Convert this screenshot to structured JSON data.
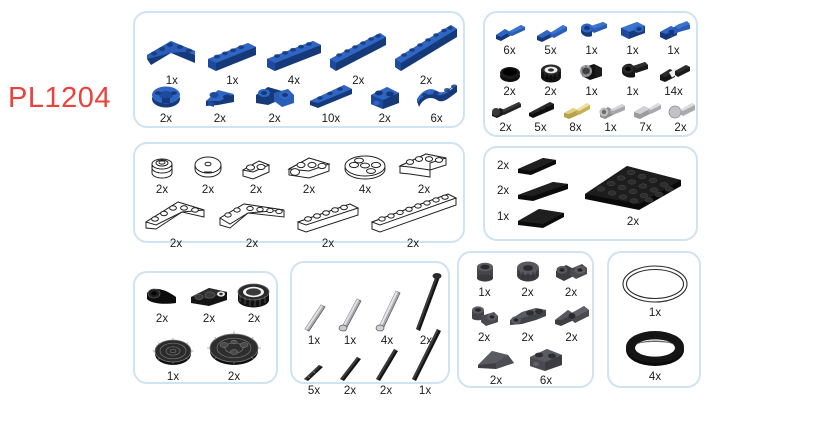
{
  "set_label": "PL1204",
  "colors": {
    "label_red": "#e8433c",
    "panel_border": "#cfe3f3",
    "lego_blue": "#2255aa",
    "lego_blue_dark": "#16397a",
    "lego_blue_light": "#3b74cf",
    "black": "#111111",
    "dark_gray": "#4a4a4f",
    "light_gray": "#d9d9dc",
    "white_part": "#ffffff",
    "gold": "#d8c35a",
    "background": "#ffffff"
  },
  "panels": [
    {
      "id": "panel-blue-beams",
      "name": "blue-beams-panel",
      "rows": [
        {
          "id": "row-blue-beams-long",
          "items": [
            {
              "icon": "blue-angled-beam-icon",
              "qty": "1x"
            },
            {
              "icon": "blue-beam-5-icon",
              "qty": "1x"
            },
            {
              "icon": "blue-beam-7-icon",
              "qty": "4x"
            },
            {
              "icon": "blue-beam-9-icon",
              "qty": "2x"
            },
            {
              "icon": "blue-beam-11-icon",
              "qty": "2x"
            }
          ]
        },
        {
          "id": "row-blue-small-parts",
          "items": [
            {
              "icon": "blue-round-plate-icon",
              "qty": "2x"
            },
            {
              "icon": "blue-connector-icon",
              "qty": "2x"
            },
            {
              "icon": "blue-double-connector-icon",
              "qty": "2x"
            },
            {
              "icon": "blue-thin-beam-3-icon",
              "qty": "10x"
            },
            {
              "icon": "blue-brick-icon",
              "qty": "2x"
            },
            {
              "icon": "blue-wave-beam-icon",
              "qty": "6x"
            }
          ]
        }
      ]
    },
    {
      "id": "panel-pins-connectors",
      "name": "pins-and-connectors-panel",
      "rows": [
        {
          "id": "row-blue-pins",
          "items": [
            {
              "icon": "blue-pin-long-icon",
              "qty": "6x"
            },
            {
              "icon": "blue-pin-axle-icon",
              "qty": "5x"
            },
            {
              "icon": "blue-elbow-connector-icon",
              "qty": "1x"
            },
            {
              "icon": "blue-bush-connector-icon",
              "qty": "1x"
            },
            {
              "icon": "blue-split-pin-icon",
              "qty": "1x"
            }
          ]
        },
        {
          "id": "row-black-bushings",
          "items": [
            {
              "icon": "black-disc-icon",
              "qty": "2x"
            },
            {
              "icon": "black-ribbed-disc-icon",
              "qty": "2x"
            },
            {
              "icon": "gray-bush-icon",
              "qty": "1x"
            },
            {
              "icon": "black-angle-connector-icon",
              "qty": "1x"
            },
            {
              "icon": "black-friction-pin-icon",
              "qty": "14x"
            }
          ]
        },
        {
          "id": "row-axles-pins",
          "items": [
            {
              "icon": "black-pin-axle-icon",
              "qty": "2x"
            },
            {
              "icon": "black-axle-icon",
              "qty": "5x"
            },
            {
              "icon": "gold-pin-icon",
              "qty": "8x"
            },
            {
              "icon": "gray-pin-short-icon",
              "qty": "1x"
            },
            {
              "icon": "gray-pin-icon",
              "qty": "7x"
            },
            {
              "icon": "gray-ball-pin-icon",
              "qty": "2x"
            }
          ]
        }
      ]
    },
    {
      "id": "panel-white-beams",
      "name": "white-beams-panel",
      "rows": [
        {
          "id": "row-white-small",
          "items": [
            {
              "icon": "white-bushing-icon",
              "qty": "2x"
            },
            {
              "icon": "white-round-tile-icon",
              "qty": "2x"
            },
            {
              "icon": "white-beam-2-icon",
              "qty": "2x"
            },
            {
              "icon": "white-connector-beam-icon",
              "qty": "2x"
            },
            {
              "icon": "white-pulley-icon",
              "qty": "4x"
            },
            {
              "icon": "white-angled-beam-small-icon",
              "qty": "2x"
            }
          ]
        },
        {
          "id": "row-white-long",
          "items": [
            {
              "icon": "white-l-beam-icon",
              "qty": "2x"
            },
            {
              "icon": "white-bent-beam-icon",
              "qty": "2x"
            },
            {
              "icon": "white-beam-7-icon",
              "qty": "2x"
            },
            {
              "icon": "white-beam-13-icon",
              "qty": "2x"
            }
          ]
        }
      ]
    },
    {
      "id": "panel-black-plates",
      "name": "black-plates-panel",
      "tiles": [
        {
          "icon": "black-tile-small-icon",
          "qty": "2x"
        },
        {
          "icon": "black-tile-long-icon",
          "qty": "2x"
        },
        {
          "icon": "black-tile-wide-icon",
          "qty": "1x"
        }
      ],
      "plate": {
        "icon": "black-baseplate-icon",
        "qty": "2x"
      }
    },
    {
      "id": "panel-wheels-gears",
      "name": "wheels-and-gears-panel",
      "rows": [
        {
          "id": "row-dark-parts",
          "items": [
            {
              "icon": "black-wedge-icon",
              "qty": "2x"
            },
            {
              "icon": "black-steering-link-icon",
              "qty": "2x"
            },
            {
              "icon": "black-tire-icon",
              "qty": "2x"
            }
          ]
        },
        {
          "id": "row-gears",
          "items": [
            {
              "icon": "gear-small-icon",
              "qty": "1x"
            },
            {
              "icon": "gear-large-icon",
              "qty": "2x"
            }
          ]
        }
      ]
    },
    {
      "id": "panel-axles",
      "name": "axles-panel",
      "rows": [
        {
          "id": "row-axles-top",
          "items": [
            {
              "icon": "axle-gray-3-icon",
              "qty": "1x"
            },
            {
              "icon": "axle-gray-4-icon",
              "qty": "1x"
            },
            {
              "icon": "axle-gray-5-icon",
              "qty": "4x"
            },
            {
              "icon": "axle-black-8-icon",
              "qty": "2x"
            }
          ]
        },
        {
          "id": "row-axles-bottom",
          "items": [
            {
              "icon": "axle-black-2-icon",
              "qty": "5x"
            },
            {
              "icon": "axle-black-3-icon",
              "qty": "2x"
            },
            {
              "icon": "axle-black-4-icon",
              "qty": "2x"
            },
            {
              "icon": "axle-black-12-icon",
              "qty": "1x"
            }
          ]
        }
      ]
    },
    {
      "id": "panel-gray-parts",
      "name": "gray-parts-panel",
      "rows": [
        {
          "id": "row-gray-1",
          "items": [
            {
              "icon": "gray-tube-icon",
              "qty": "1x"
            },
            {
              "icon": "gray-toothed-bush-icon",
              "qty": "2x"
            },
            {
              "icon": "gray-double-pin-icon",
              "qty": "2x"
            }
          ]
        },
        {
          "id": "row-gray-2",
          "items": [
            {
              "icon": "gray-elbow-icon",
              "qty": "2x"
            },
            {
              "icon": "gray-steering-arm-icon",
              "qty": "2x"
            },
            {
              "icon": "gray-u-joint-icon",
              "qty": "2x"
            }
          ]
        },
        {
          "id": "row-gray-3",
          "items": [
            {
              "icon": "gray-slope-icon",
              "qty": "2x"
            },
            {
              "icon": "gray-brick-icon",
              "qty": "6x"
            }
          ]
        }
      ]
    },
    {
      "id": "panel-rubber-bands",
      "name": "rubber-bands-panel",
      "items": [
        {
          "icon": "white-ring-icon",
          "qty": "1x"
        },
        {
          "icon": "black-rubber-band-icon",
          "qty": "4x"
        }
      ]
    }
  ]
}
